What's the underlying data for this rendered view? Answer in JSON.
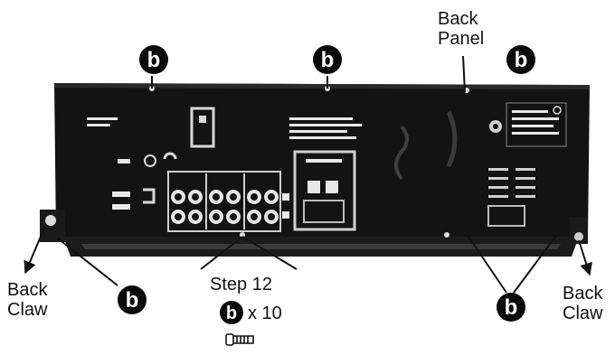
{
  "labels": {
    "back_panel_line1": "Back",
    "back_panel_line2": "Panel",
    "back_claw_left_line1": "Back",
    "back_claw_left_line2": "Claw",
    "back_claw_right_line1": "Back",
    "back_claw_right_line2": "Claw",
    "step": "Step 12",
    "screw_marker": "b",
    "screw_count": "x 10"
  },
  "icons": [
    "screw-b-marker-icon",
    "screw-icon",
    "arrow-icon"
  ],
  "colors": {
    "marker": "#0a0a0a",
    "panel": "#141414",
    "line": "#111111"
  }
}
